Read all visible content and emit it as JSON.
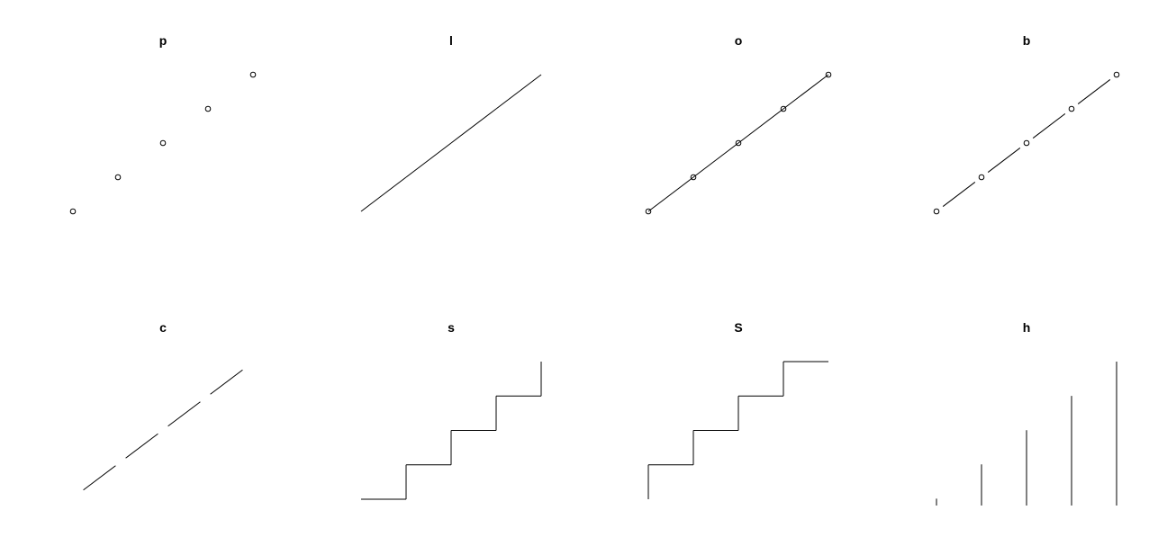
{
  "chart_data": [
    {
      "type": "scatter",
      "title": "p",
      "x": [
        1,
        2,
        3,
        4,
        5
      ],
      "y": [
        1,
        2,
        3,
        4,
        5
      ]
    },
    {
      "type": "line",
      "title": "l",
      "x": [
        1,
        2,
        3,
        4,
        5
      ],
      "y": [
        1,
        2,
        3,
        4,
        5
      ]
    },
    {
      "type": "line",
      "title": "o",
      "x": [
        1,
        2,
        3,
        4,
        5
      ],
      "y": [
        1,
        2,
        3,
        4,
        5
      ]
    },
    {
      "type": "line",
      "title": "b",
      "x": [
        1,
        2,
        3,
        4,
        5
      ],
      "y": [
        1,
        2,
        3,
        4,
        5
      ]
    },
    {
      "type": "line",
      "title": "c",
      "x": [
        1,
        2,
        3,
        4,
        5
      ],
      "y": [
        1,
        2,
        3,
        4,
        5
      ]
    },
    {
      "type": "line",
      "title": "s",
      "x": [
        1,
        2,
        3,
        4,
        5
      ],
      "y": [
        1,
        2,
        3,
        4,
        5
      ]
    },
    {
      "type": "line",
      "title": "S",
      "x": [
        1,
        2,
        3,
        4,
        5
      ],
      "y": [
        1,
        2,
        3,
        4,
        5
      ]
    },
    {
      "type": "bar",
      "title": "h",
      "x": [
        1,
        2,
        3,
        4,
        5
      ],
      "y": [
        1,
        2,
        3,
        4,
        5
      ]
    }
  ]
}
